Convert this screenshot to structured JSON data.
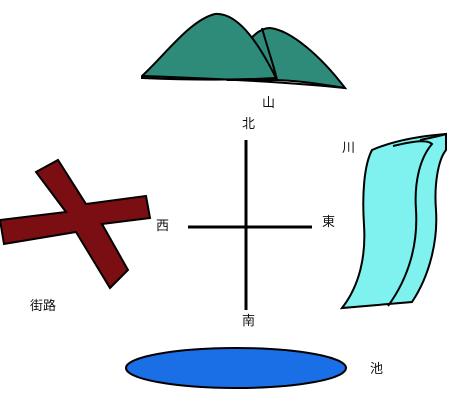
{
  "labels": {
    "mountain": "山",
    "river": "川",
    "street": "街路",
    "pond": "池",
    "north": "北",
    "south": "南",
    "east": "東",
    "west": "西"
  },
  "colors": {
    "mountain_fill": "#2e8b7a",
    "river_fill": "#7ff1ee",
    "street_fill": "#7a0e12",
    "pond_fill": "#1a6fe6",
    "compass_line": "#000000"
  },
  "icons": [
    "mountain-icon",
    "river-icon",
    "street-cross-icon",
    "pond-icon",
    "compass-icon"
  ]
}
